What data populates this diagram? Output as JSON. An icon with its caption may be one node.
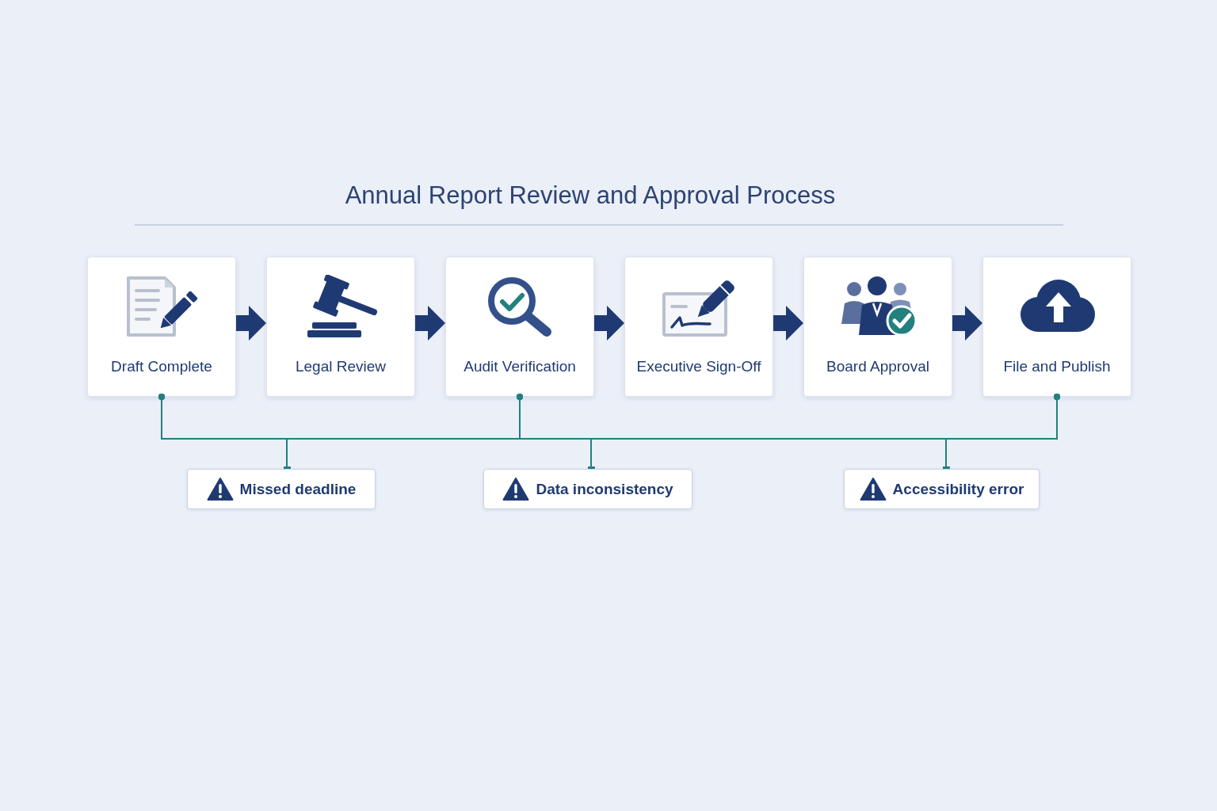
{
  "diagram": {
    "title": "Annual Report Review and Approval Process",
    "nodes": [
      {
        "text": [
          "Draft Complete"
        ]
      },
      {
        "text": [
          "Legal Review"
        ]
      },
      {
        "text": [
          "Audit Verification"
        ]
      },
      {
        "text": [
          "Executive Sign-Off"
        ]
      },
      {
        "text": [
          "Board Approval"
        ]
      },
      {
        "text": [
          "File and Publish"
        ]
      },
      {
        "text": [
          "Missed deadline"
        ]
      },
      {
        "text": [
          "Data inconsistency"
        ]
      },
      {
        "text": [
          "Accessibility error"
        ]
      }
    ],
    "edges": [
      {
        "from": 0,
        "to": 1,
        "arrow": "to",
        "style": "thick",
        "color": "#1f3a73"
      },
      {
        "from": 1,
        "to": 2,
        "arrow": "to",
        "style": "thick",
        "color": "#1f3a73"
      },
      {
        "from": 2,
        "to": 3,
        "arrow": "to",
        "style": "thick",
        "color": "#1f3a73"
      },
      {
        "from": 3,
        "to": 4,
        "arrow": "to",
        "style": "thick",
        "color": "#1f3a73"
      },
      {
        "from": 4,
        "to": 5,
        "arrow": "to",
        "style": "thick",
        "color": "#1f3a73"
      },
      {
        "from": 0,
        "to": 6,
        "arrow": "other"
      },
      {
        "from": 0,
        "to": 7,
        "arrow": "other"
      },
      {
        "from": 0,
        "to": 8,
        "arrow": "other"
      },
      {
        "from": 2,
        "to": 6,
        "arrow": "other"
      },
      {
        "from": 2,
        "to": 7,
        "arrow": "other"
      },
      {
        "from": 2,
        "to": 8,
        "arrow": "other"
      },
      {
        "from": 5,
        "to": 6,
        "arrow": "other"
      },
      {
        "from": 5,
        "to": 7,
        "arrow": "other"
      },
      {
        "from": 5,
        "to": 8,
        "arrow": "other"
      }
    ]
  }
}
